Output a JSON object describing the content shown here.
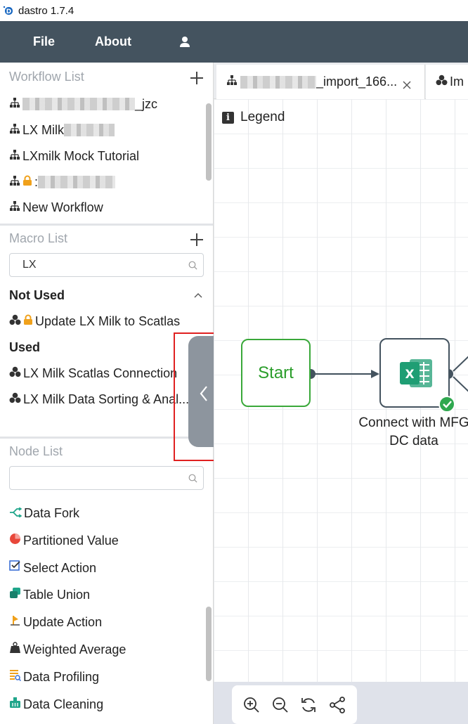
{
  "window": {
    "title": "dastro 1.7.4"
  },
  "menu": {
    "file": "File",
    "about": "About"
  },
  "workflow_list": {
    "header": "Workflow List",
    "items": [
      {
        "label": "_jzc",
        "locked": false,
        "blurred_prefix": true
      },
      {
        "label": "LX Milk ",
        "locked": false,
        "blurred_suffix": true
      },
      {
        "label": "LXmilk Mock Tutorial",
        "locked": false
      },
      {
        "label": ":",
        "locked": true,
        "blurred_suffix": true
      },
      {
        "label": "New Workflow",
        "locked": false
      }
    ]
  },
  "macro_list": {
    "header": "Macro List",
    "search_value": "LX",
    "not_used_title": "Not Used",
    "not_used_items": [
      {
        "label": "Update LX Milk to Scatlas",
        "locked": true
      }
    ],
    "used_title": "Used",
    "used_items": [
      {
        "label": "LX Milk Scatlas Connection"
      },
      {
        "label": "LX Milk Data Sorting & Anal..."
      }
    ]
  },
  "node_list": {
    "header": "Node List",
    "search_value": "",
    "items": [
      {
        "label": "Data Fork",
        "icon": "data-fork-icon"
      },
      {
        "label": "Partitioned Value",
        "icon": "partitioned-value-icon"
      },
      {
        "label": "Select Action",
        "icon": "select-action-icon"
      },
      {
        "label": "Table Union",
        "icon": "table-union-icon"
      },
      {
        "label": "Update Action",
        "icon": "update-action-icon"
      },
      {
        "label": "Weighted Average",
        "icon": "weighted-average-icon"
      },
      {
        "label": "Data Profiling",
        "icon": "data-profiling-icon"
      },
      {
        "label": "Data Cleaning",
        "icon": "data-cleaning-icon"
      }
    ]
  },
  "tabs": [
    {
      "label": "_import_166...",
      "active": true,
      "closable": true
    },
    {
      "label": "Im",
      "active": false
    }
  ],
  "canvas": {
    "legend": "Legend",
    "start_node": "Start",
    "excel_node_label": "Connect with MFG DC data",
    "excel_node_label_line1": "Connect with MFG",
    "excel_node_label_line2": "DC data",
    "excel_text": "X"
  },
  "colors": {
    "menubar": "#44535f",
    "start_green": "#2a9d2a",
    "excel_green": "#1f9e74",
    "success_green": "#2fa84f",
    "lock_orange": "#f0a11b",
    "highlight_red": "#e02020"
  }
}
